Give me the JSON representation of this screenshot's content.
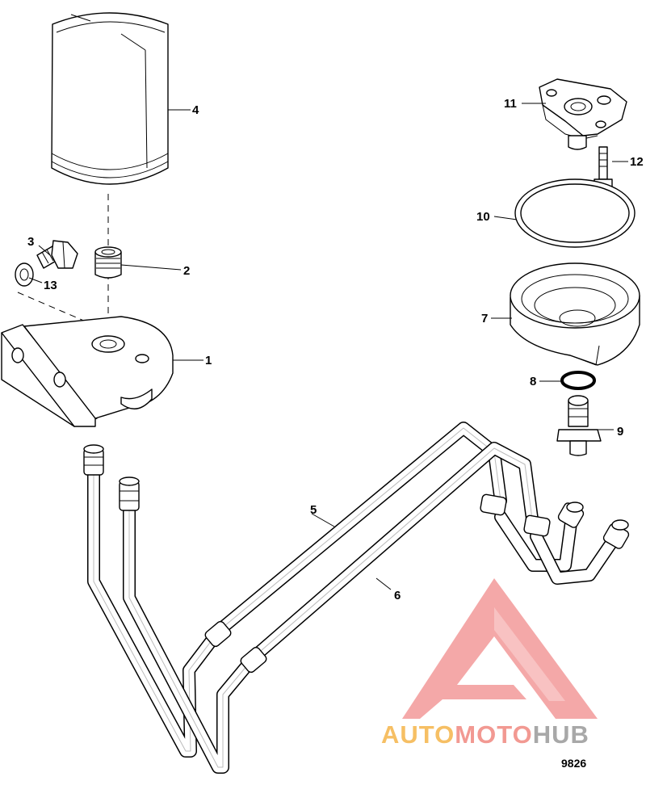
{
  "diagram": {
    "callouts": {
      "c1": "1",
      "c2": "2",
      "c3": "3",
      "c4": "4",
      "c5": "5",
      "c6": "6",
      "c7": "7",
      "c8": "8",
      "c9": "9",
      "c10": "10",
      "c11": "11",
      "c12": "12",
      "c13": "13"
    },
    "drawing_number": "9826"
  },
  "watermark": {
    "part1": "AUTO",
    "part2": "MOTO",
    "part3": "HUB",
    "colors": {
      "auto": "#f5b54a",
      "moto": "#f08880",
      "hub": "#9a9a9a",
      "mark": "#f39a9a"
    }
  }
}
